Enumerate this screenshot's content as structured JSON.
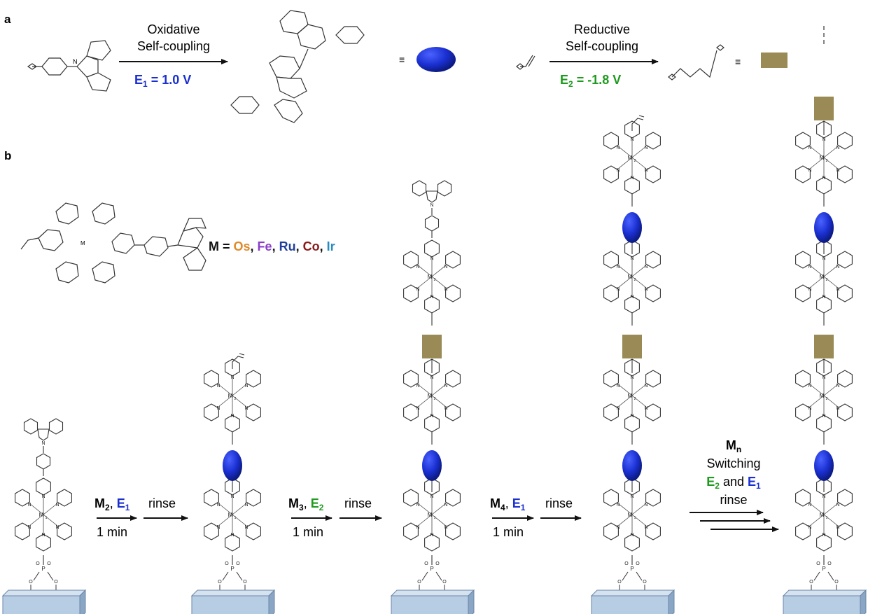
{
  "panels": {
    "a": "a",
    "b": "b"
  },
  "colors": {
    "blue": "#1a2fd0",
    "olive": "#9a8a55",
    "green": "#1e9a1e",
    "os": "#e08a2a",
    "fe": "#8a3ec8",
    "ru": "#1f3f9a",
    "co": "#8a1a1a",
    "ir": "#2a8ac0",
    "substrate": "#b7cde3"
  },
  "section_a": {
    "oxidative": {
      "line1": "Oxidative",
      "line2": "Self-coupling",
      "potential_prefix": "E",
      "potential_sub": "1",
      "potential_value": " = 1.0 V"
    },
    "reductive": {
      "line1": "Reductive",
      "line2": "Self-coupling",
      "potential_prefix": "E",
      "potential_sub": "2",
      "potential_value": " = -1.8 V"
    },
    "equiv1": "≡",
    "equiv2": "≡",
    "atom_n": "N"
  },
  "section_b": {
    "metal_eq": {
      "prefix": "M = ",
      "os": "Os",
      "fe": "Fe",
      "ru": "Ru",
      "co": "Co",
      "ir": "Ir",
      "sep": ", "
    },
    "steps": [
      {
        "metal": "M",
        "metal_sub": "2",
        "comma": ", ",
        "pot": "E",
        "pot_sub": "1",
        "time": "1 min",
        "rinse": "rinse"
      },
      {
        "metal": "M",
        "metal_sub": "3",
        "comma": ", ",
        "pot": "E",
        "pot_sub": "2",
        "time": "1 min",
        "rinse": "rinse"
      },
      {
        "metal": "M",
        "metal_sub": "4",
        "comma": ", ",
        "pot": "E",
        "pot_sub": "1",
        "time": "1 min",
        "rinse": "rinse"
      }
    ],
    "final_step": {
      "metal": "M",
      "metal_sub": "n",
      "line2": "Switching",
      "e2": "E",
      "e2_sub": "2",
      "and": " and ",
      "e1": "E",
      "e1_sub": "1",
      "rinse": "rinse"
    },
    "atom_labels": {
      "n": "N",
      "o": "O",
      "p": "P",
      "m": "M",
      "m1_sub": "1",
      "m2_sub": "2"
    }
  }
}
